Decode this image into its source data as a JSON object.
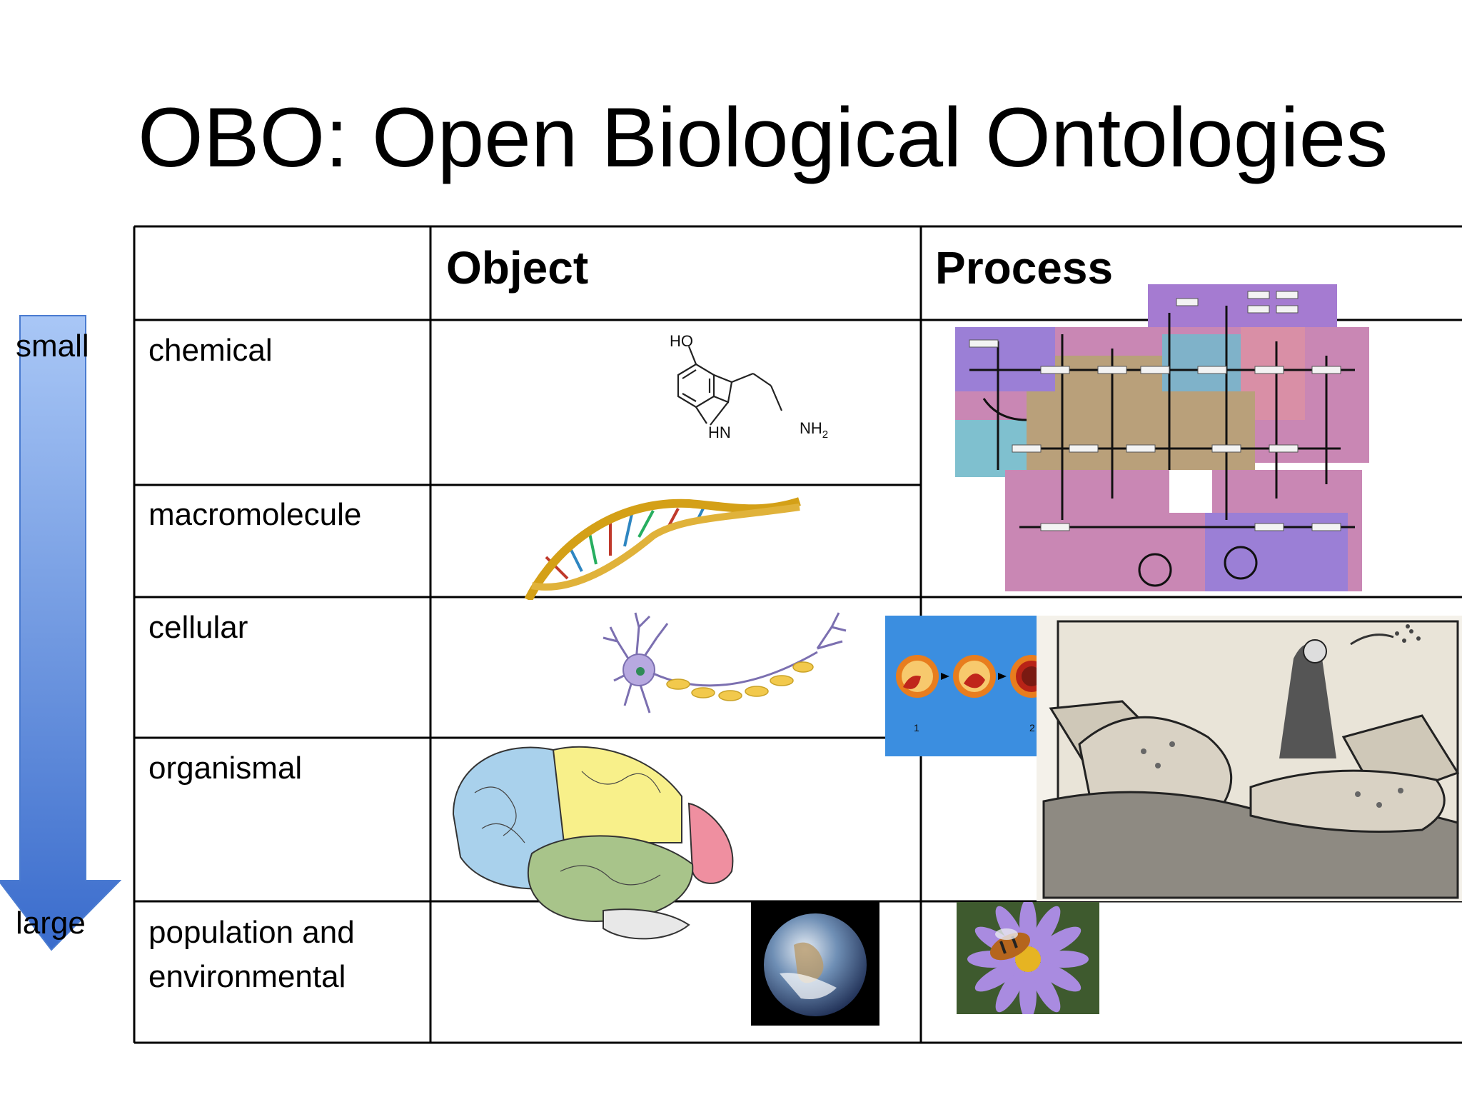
{
  "title": "OBO: Open Biological Ontologies",
  "columns": {
    "object": "Object",
    "process": "Process"
  },
  "rows": [
    "chemical",
    "macromolecule",
    "cellular",
    "organismal",
    "population and environmental"
  ],
  "scale": {
    "top": "small",
    "bottom": "large"
  },
  "molecule": {
    "ho": "HO",
    "hn": "HN",
    "nh2": "NH",
    "nh2_sub": "2"
  },
  "mitosis": {
    "step1": "1",
    "step2": "2"
  },
  "colors": {
    "arrow_top": "#9bbcf2",
    "arrow_bottom": "#3b6fcf",
    "grid": "#000000"
  },
  "images": [
    "serotonin-molecule",
    "dna-helix",
    "neuron",
    "brain",
    "earth",
    "metabolic-pathway-map",
    "cell-division",
    "plague-illustration",
    "bee-on-flower"
  ]
}
